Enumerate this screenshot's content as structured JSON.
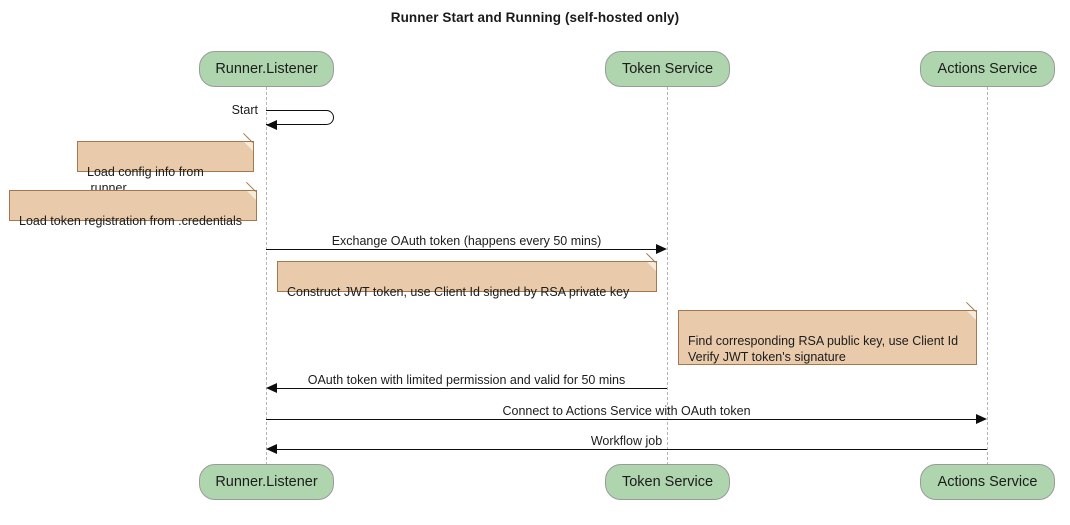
{
  "diagram": {
    "type": "sequence-diagram",
    "title": "Runner Start and Running (self-hosted only)",
    "colors": {
      "participant_fill": "#aed5ae",
      "participant_border": "#9a9a9a",
      "note_fill": "#e9cbab",
      "note_border": "#a3784f",
      "line": "#0d0d0d",
      "lifeline": "#b4b4b4",
      "background": "#ffffff"
    },
    "participants": [
      {
        "id": "runner",
        "label": "Runner.Listener"
      },
      {
        "id": "token",
        "label": "Token Service"
      },
      {
        "id": "actions",
        "label": "Actions Service"
      }
    ],
    "participants_bottom": [
      {
        "id": "runner",
        "label": "Runner.Listener"
      },
      {
        "id": "token",
        "label": "Token Service"
      },
      {
        "id": "actions",
        "label": "Actions Service"
      }
    ],
    "messages": [
      {
        "id": "start",
        "label": "Start",
        "from": "runner",
        "to": "runner",
        "kind": "self"
      },
      {
        "id": "exchange-oauth-token",
        "label": "Exchange OAuth token (happens every 50 mins)",
        "from": "runner",
        "to": "token",
        "kind": "right"
      },
      {
        "id": "oauth-token-response",
        "label": "OAuth token with limited permission and valid for 50 mins",
        "from": "token",
        "to": "runner",
        "kind": "left"
      },
      {
        "id": "connect-actions-service",
        "label": "Connect to Actions Service with OAuth token",
        "from": "runner",
        "to": "actions",
        "kind": "right"
      },
      {
        "id": "workflow-job",
        "label": "Workflow job",
        "from": "actions",
        "to": "runner",
        "kind": "left"
      }
    ],
    "notes": [
      {
        "id": "load-config",
        "text": "Load config info from .runner"
      },
      {
        "id": "load-token-registration",
        "text": "Load token registration from .credentials"
      },
      {
        "id": "construct-jwt",
        "text": "Construct JWT token, use Client Id signed by RSA private key"
      },
      {
        "id": "verify-jwt",
        "text": "Find corresponding RSA public key, use Client Id\nVerify JWT token's signature"
      }
    ]
  }
}
